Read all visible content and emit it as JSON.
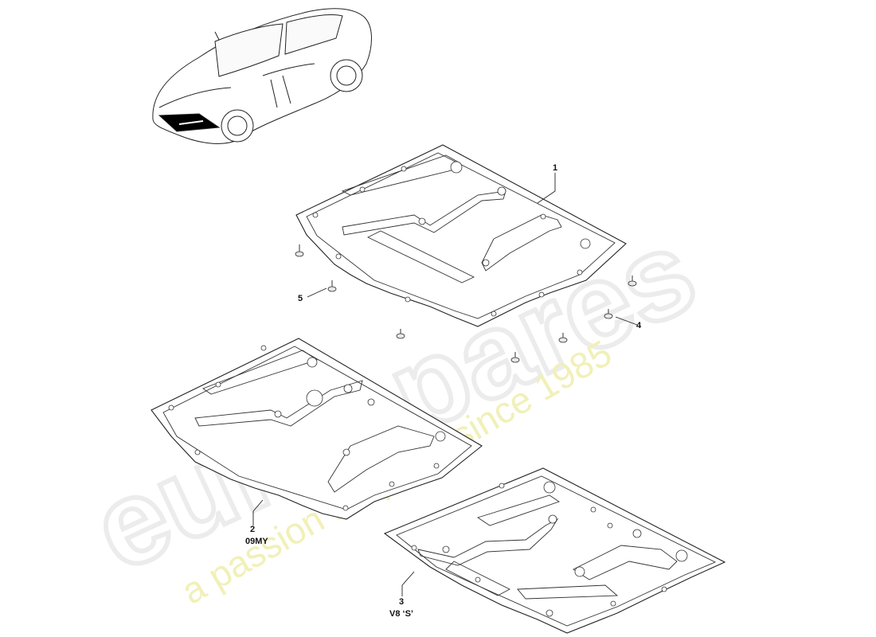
{
  "watermark": {
    "logo": "eurospares",
    "tagline": "a passion for parts since 1985",
    "logo_color": "#e9e9e9",
    "tagline_color": "#f2f0b0"
  },
  "callouts": [
    {
      "id": "1",
      "number": "1",
      "note": ""
    },
    {
      "id": "2",
      "number": "2",
      "note": "09MY"
    },
    {
      "id": "3",
      "number": "3",
      "note": "V8 ‘S’"
    },
    {
      "id": "4",
      "number": "4",
      "note": ""
    },
    {
      "id": "5",
      "number": "5",
      "note": ""
    }
  ],
  "colors": {
    "line": "#222222",
    "highlight": "#000000",
    "background": "#ffffff"
  }
}
